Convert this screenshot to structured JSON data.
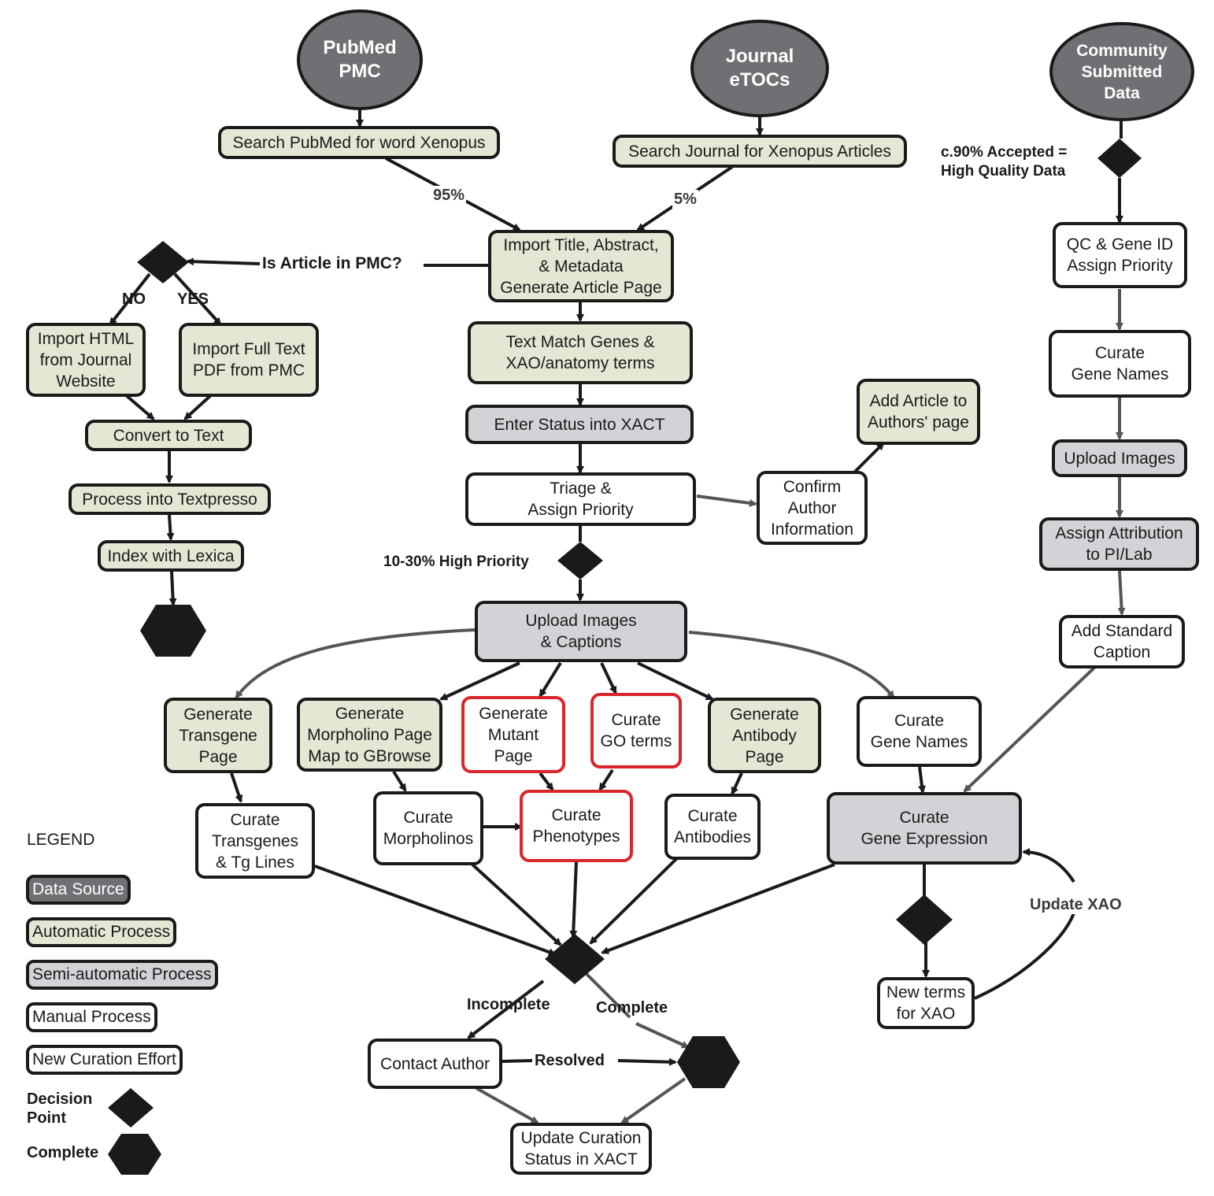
{
  "sources": {
    "pubmed": "PubMed\nPMC",
    "journal": "Journal\neTOCs",
    "community": "Community\nSubmitted\nData"
  },
  "nodes": {
    "search_pubmed": "Search PubMed for word Xenopus",
    "search_journal": "Search Journal for Xenopus Articles",
    "import_title": "Import Title, Abstract,\n& Metadata\nGenerate Article Page",
    "import_html": "Import HTML\nfrom Journal\nWebsite",
    "import_full": "Import Full Text\nPDF from PMC",
    "convert_text": "Convert to Text",
    "process_textpresso": "Process into Textpresso",
    "index_lexica": "Index with Lexica",
    "text_match": "Text Match Genes &\nXAO/anatomy terms",
    "enter_status": "Enter Status into XACT",
    "triage": "Triage &\nAssign Priority",
    "confirm_author": "Confirm\nAuthor\nInformation",
    "add_article": "Add Article to\nAuthors' page",
    "upload_captions": "Upload Images\n& Captions",
    "gen_transgene": "Generate\nTransgene\nPage",
    "gen_morpholino": "Generate\nMorpholino Page\nMap to GBrowse",
    "gen_mutant": "Generate\nMutant\nPage",
    "curate_go": "Curate\nGO terms",
    "gen_antibody": "Generate\nAntibody\nPage",
    "curate_gene_names_mid": "Curate\nGene Names",
    "curate_transgenes": "Curate\nTransgenes\n& Tg Lines",
    "curate_morpholinos": "Curate\nMorpholinos",
    "curate_phenotypes": "Curate\nPhenotypes",
    "curate_antibodies": "Curate\nAntibodies",
    "curate_expression": "Curate\nGene Expression",
    "new_terms": "New terms\nfor XAO",
    "contact_author": "Contact Author",
    "update_status": "Update Curation\nStatus in XACT",
    "qc_gene": "QC & Gene ID\nAssign Priority",
    "curate_gene_names_right": "Curate\nGene Names",
    "upload_images_right": "Upload Images",
    "assign_attribution": "Assign Attribution\nto PI/Lab",
    "add_caption": "Add Standard\nCaption"
  },
  "labels": {
    "pct_95": "95%",
    "pct_5": "5%",
    "is_pmc": "Is Article in PMC?",
    "no": "NO",
    "yes": "YES",
    "high_priority": "10-30% High Priority",
    "accepted": "c.90% Accepted =\nHigh Quality Data",
    "incomplete": "Incomplete",
    "complete": "Complete",
    "resolved": "Resolved",
    "update_xao": "Update XAO"
  },
  "legend": {
    "title": "LEGEND",
    "data_source": "Data Source",
    "automatic": "Automatic Process",
    "semi_automatic": "Semi-automatic Process",
    "manual": "Manual Process",
    "new_curation": "New Curation Effort",
    "decision_point": "Decision\nPoint",
    "complete": "Complete"
  },
  "colors": {
    "automatic": "#e3e8d4",
    "semi_automatic": "#d2d3d7",
    "data_source": "#6f7074",
    "new_curation_border": "#d9262c",
    "line": "#1a1a1a",
    "line_grey": "#555555"
  }
}
